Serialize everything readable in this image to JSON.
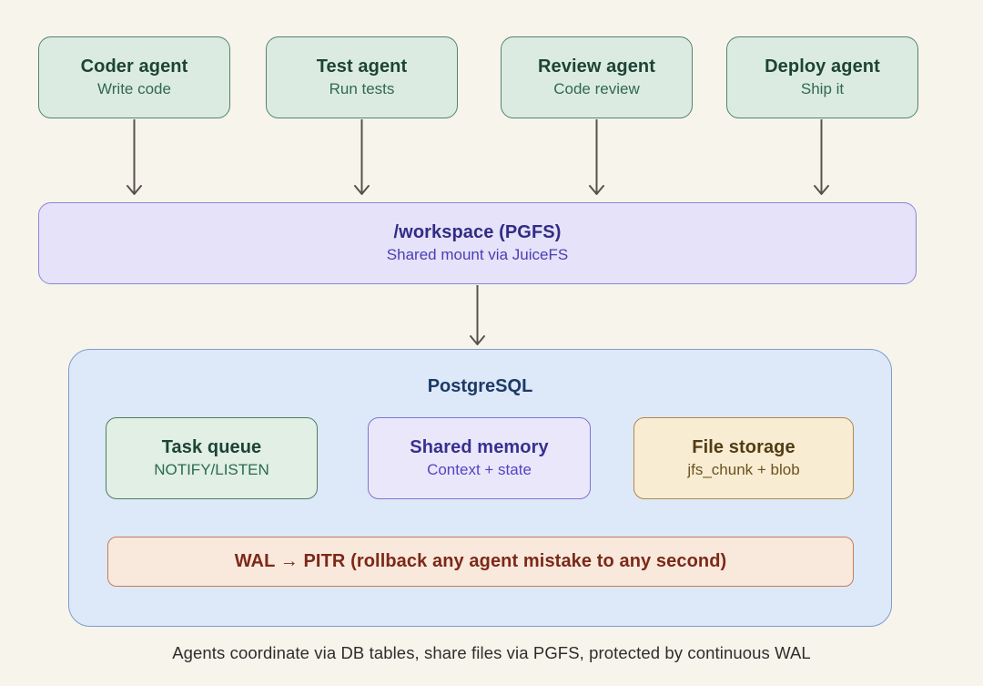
{
  "diagram": {
    "agents": [
      {
        "title": "Coder agent",
        "subtitle": "Write code"
      },
      {
        "title": "Test agent",
        "subtitle": "Run tests"
      },
      {
        "title": "Review agent",
        "subtitle": "Code review"
      },
      {
        "title": "Deploy agent",
        "subtitle": "Ship it"
      }
    ],
    "workspace": {
      "title": "/workspace (PGFS)",
      "subtitle": "Shared mount via JuiceFS"
    },
    "postgres": {
      "title": "PostgreSQL",
      "components": [
        {
          "title": "Task queue",
          "subtitle": "NOTIFY/LISTEN"
        },
        {
          "title": "Shared memory",
          "subtitle": "Context + state"
        },
        {
          "title": "File storage",
          "subtitle": "jfs_chunk + blob"
        }
      ],
      "wal_banner": "WAL → PITR (rollback any agent mistake to any second)"
    },
    "caption": "Agents coordinate via DB tables, share files via PGFS, protected by continuous WAL",
    "colors": {
      "background": "#f7f4ec",
      "agent_fill": "#dcebe2",
      "agent_border": "#56836c",
      "agent_text": "#1c4436",
      "workspace_fill": "#e5e2f9",
      "workspace_border": "#8c86d8",
      "workspace_text": "#322b85",
      "postgres_fill": "#dde8f8",
      "postgres_border": "#7e9cce",
      "postgres_text": "#1c3a66",
      "task_fill": "#e1efe4",
      "shared_fill": "#ebe7fb",
      "file_fill": "#f8ecd2",
      "wal_fill": "#f9e8dc",
      "wal_border": "#c07f5f",
      "wal_text": "#7c2918",
      "arrow": "#57534c"
    }
  }
}
